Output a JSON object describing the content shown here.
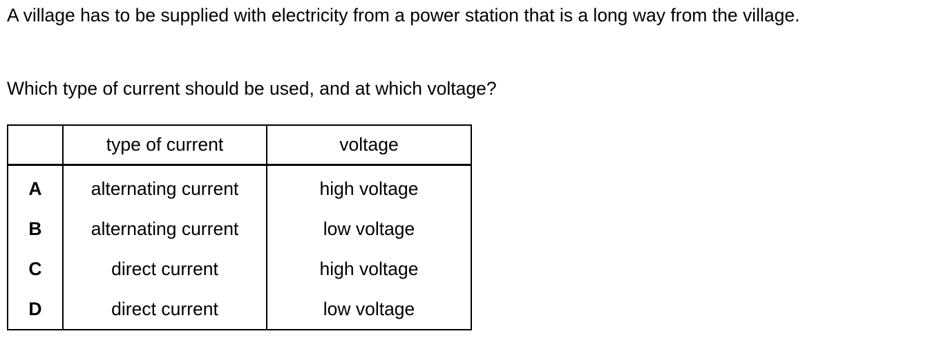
{
  "question": {
    "stem": "A village has to be supplied with electricity from a power station that is a long way from the village.",
    "prompt": "Which type of current should be used, and at which voltage?"
  },
  "table": {
    "headers": [
      "",
      "type of current",
      "voltage"
    ],
    "rows": [
      {
        "option": "A",
        "current": "alternating current",
        "voltage": "high voltage"
      },
      {
        "option": "B",
        "current": "alternating current",
        "voltage": "low voltage"
      },
      {
        "option": "C",
        "current": "direct current",
        "voltage": "high voltage"
      },
      {
        "option": "D",
        "current": "direct current",
        "voltage": "low voltage"
      }
    ]
  }
}
